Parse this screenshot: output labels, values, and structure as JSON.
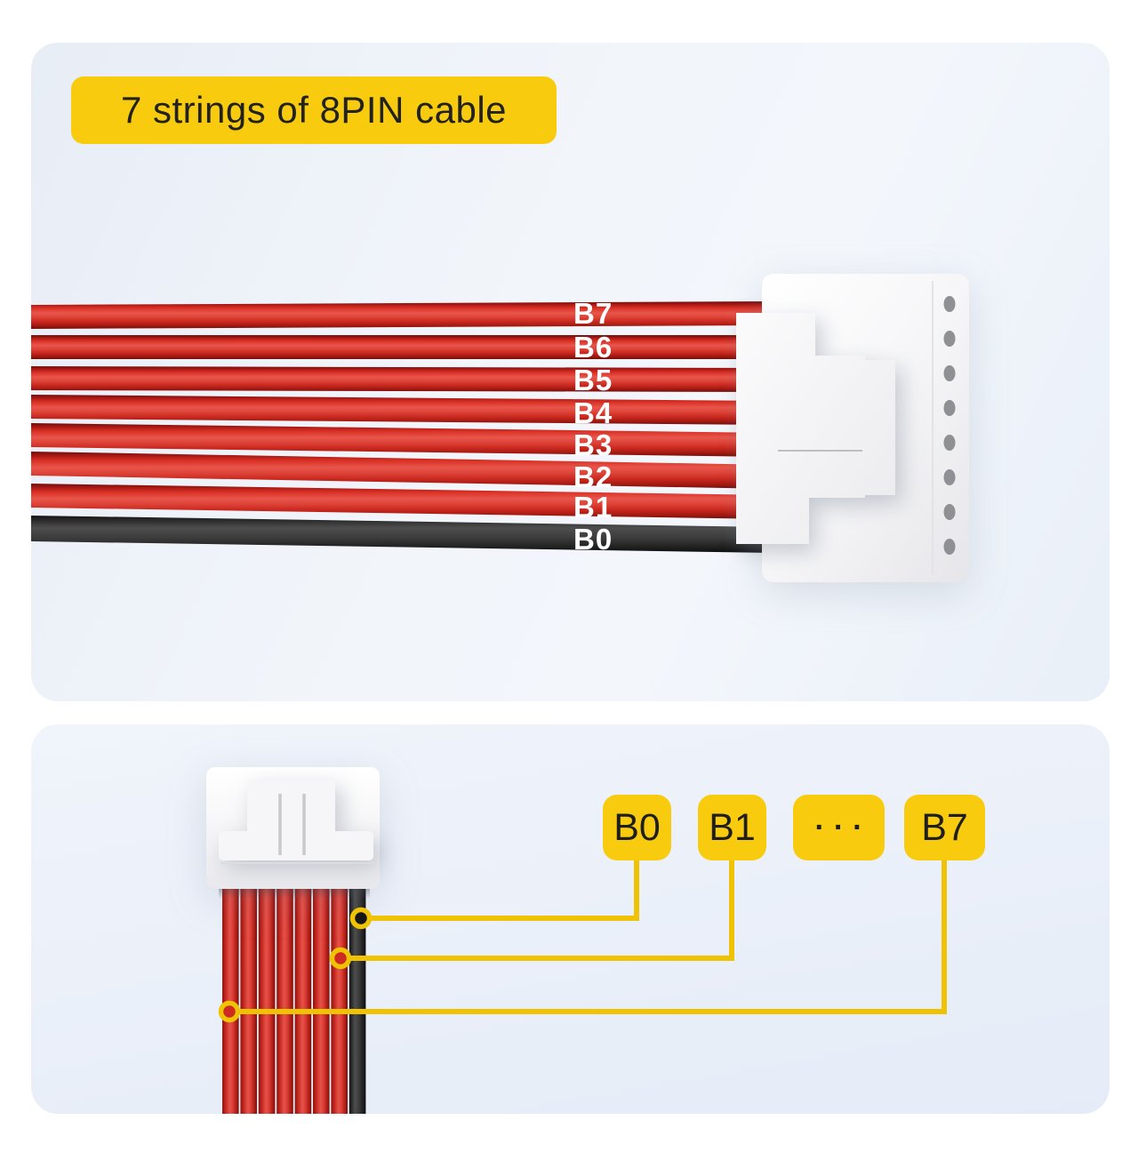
{
  "header": {
    "title_badge": "7 strings of 8PIN cable"
  },
  "top_diagram": {
    "wire_labels": [
      "B7",
      "B6",
      "B5",
      "B4",
      "B3",
      "B2",
      "B1",
      "B0"
    ]
  },
  "bottom_diagram": {
    "badges": [
      "B0",
      "B1",
      "···",
      "B7"
    ]
  },
  "colors": {
    "badge_yellow": "#F8CB0E",
    "pointer_yellow": "#EFC203",
    "wire_red": "#D6342B",
    "wire_black": "#262626",
    "wire_label_text": "#FFFFFF",
    "badge_text": "#1F1F1F",
    "connector_white": "#F4F4F6",
    "panel_blue": "#E9EFF8"
  }
}
